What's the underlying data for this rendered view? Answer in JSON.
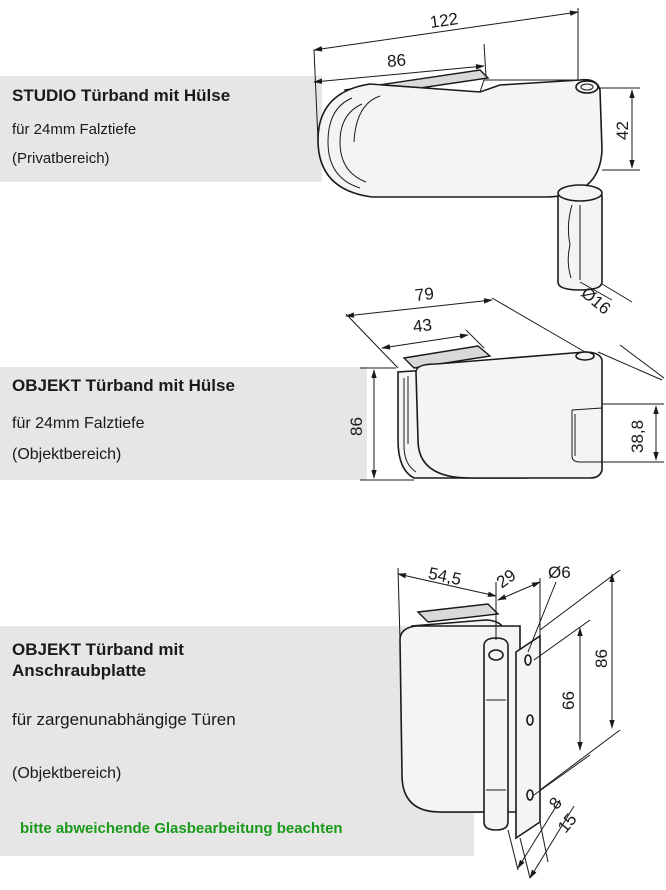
{
  "products": [
    {
      "title": "STUDIO Türband mit Hülse",
      "lines": [
        "für 24mm Falztiefe",
        "(Privatbereich)"
      ]
    },
    {
      "title": "OBJEKT Türband mit Hülse",
      "lines": [
        "für 24mm Falztiefe",
        "(Objektbereich)"
      ]
    },
    {
      "title_line1": "OBJEKT Türband mit",
      "title_line2": "Anschraubplatte",
      "lines": [
        "für zargenunabhängige Türen",
        "(Objektbereich)"
      ],
      "note": "bitte abweichende Glasbearbeitung beachten"
    }
  ],
  "dimensions": {
    "studio": {
      "overall_width": "122",
      "glass_depth": "86",
      "height": "42",
      "sleeve_diameter": "Ø16"
    },
    "objekt": {
      "overall_width": "79",
      "glass_depth": "43",
      "height": "86",
      "sleeve_height": "38,8"
    },
    "plate": {
      "depth": "54,5",
      "plate_width": "29",
      "hole_diameter": "Ø6",
      "overall_height": "86",
      "hole_spacing": "66",
      "edge_distance": "8",
      "plate_thickness": "15"
    }
  }
}
